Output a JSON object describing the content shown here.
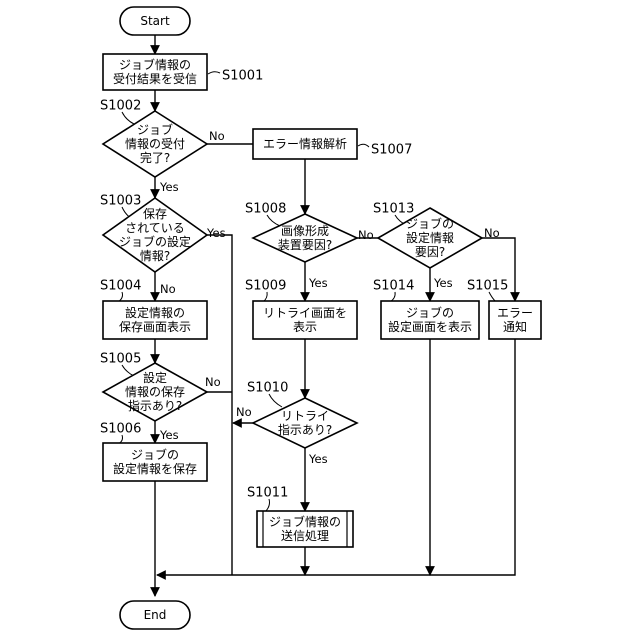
{
  "nodes": [
    {
      "id": "start",
      "kind": "terminal",
      "lines": [
        "Start"
      ]
    },
    {
      "id": "n1001",
      "kind": "process",
      "lines": [
        "ジョブ情報の",
        "受付結果を受信"
      ]
    },
    {
      "id": "n1002",
      "kind": "decision",
      "lines": [
        "ジョブ",
        "情報の受付",
        "完了?"
      ]
    },
    {
      "id": "n1003",
      "kind": "decision",
      "lines": [
        "保存",
        "されている",
        "ジョブの設定",
        "情報?"
      ]
    },
    {
      "id": "n1004",
      "kind": "process",
      "lines": [
        "設定情報の",
        "保存画面表示"
      ]
    },
    {
      "id": "n1005",
      "kind": "decision",
      "lines": [
        "設定",
        "情報の保存",
        "指示あり?"
      ]
    },
    {
      "id": "n1006",
      "kind": "process",
      "lines": [
        "ジョブの",
        "設定情報を保存"
      ]
    },
    {
      "id": "n1007",
      "kind": "process",
      "lines": [
        "エラー情報解析"
      ]
    },
    {
      "id": "n1008",
      "kind": "decision",
      "lines": [
        "画像形成",
        "装置要因?"
      ]
    },
    {
      "id": "n1009",
      "kind": "process",
      "lines": [
        "リトライ画面を",
        "表示"
      ]
    },
    {
      "id": "n1010",
      "kind": "decision",
      "lines": [
        "リトライ",
        "指示あり?"
      ]
    },
    {
      "id": "n1011",
      "kind": "subprocess",
      "lines": [
        "ジョブ情報の",
        "送信処理"
      ]
    },
    {
      "id": "n1013",
      "kind": "decision",
      "lines": [
        "ジョブの",
        "設定情報",
        "要因?"
      ]
    },
    {
      "id": "n1014",
      "kind": "process",
      "lines": [
        "ジョブの",
        "設定画面を表示"
      ]
    },
    {
      "id": "n1015",
      "kind": "process",
      "lines": [
        "エラー",
        "通知"
      ]
    },
    {
      "id": "end",
      "kind": "terminal",
      "lines": [
        "End"
      ]
    }
  ],
  "step_labels": [
    {
      "id": "s1001",
      "text": "S1001"
    },
    {
      "id": "s1002",
      "text": "S1002"
    },
    {
      "id": "s1003",
      "text": "S1003"
    },
    {
      "id": "s1004",
      "text": "S1004"
    },
    {
      "id": "s1005",
      "text": "S1005"
    },
    {
      "id": "s1006",
      "text": "S1006"
    },
    {
      "id": "s1007",
      "text": "S1007"
    },
    {
      "id": "s1008",
      "text": "S1008"
    },
    {
      "id": "s1009",
      "text": "S1009"
    },
    {
      "id": "s1010",
      "text": "S1010"
    },
    {
      "id": "s1011",
      "text": "S1011"
    },
    {
      "id": "s1013",
      "text": "S1013"
    },
    {
      "id": "s1014",
      "text": "S1014"
    },
    {
      "id": "s1015",
      "text": "S1015"
    }
  ],
  "edge_labels": [
    {
      "id": "e1002-yes",
      "text": "Yes"
    },
    {
      "id": "e1002-no",
      "text": "No"
    },
    {
      "id": "e1003-yes",
      "text": "Yes"
    },
    {
      "id": "e1003-no",
      "text": "No"
    },
    {
      "id": "e1005-yes",
      "text": "Yes"
    },
    {
      "id": "e1005-no",
      "text": "No"
    },
    {
      "id": "e1008-yes",
      "text": "Yes"
    },
    {
      "id": "e1008-no",
      "text": "No"
    },
    {
      "id": "e1010-yes",
      "text": "Yes"
    },
    {
      "id": "e1010-no",
      "text": "No"
    },
    {
      "id": "e1013-yes",
      "text": "Yes"
    },
    {
      "id": "e1013-no",
      "text": "No"
    }
  ]
}
